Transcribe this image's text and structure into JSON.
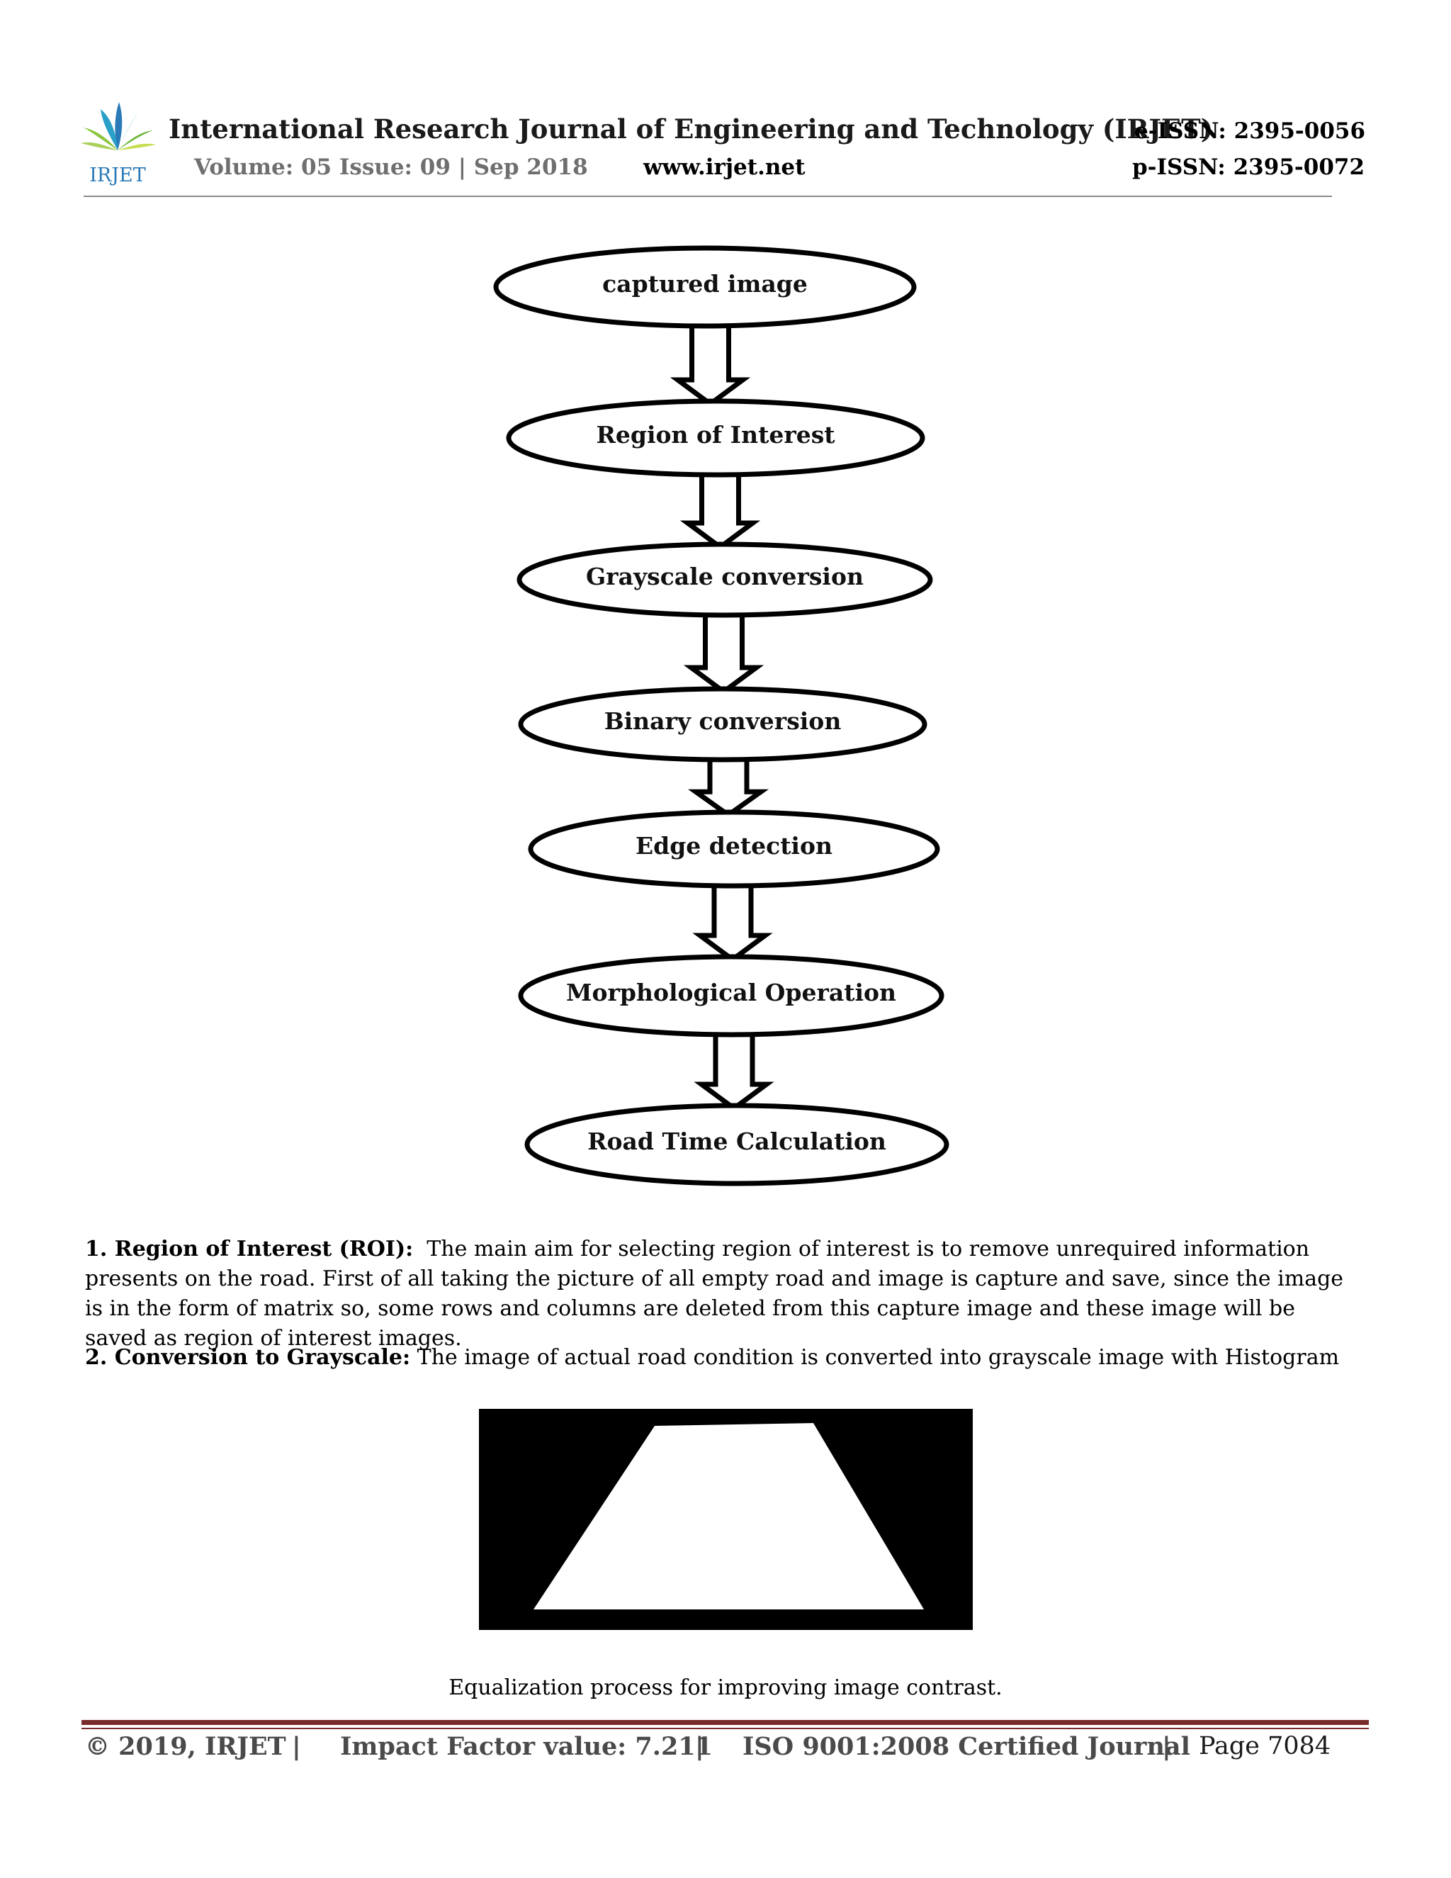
{
  "header": {
    "logo_text": "IRJET",
    "journal_title": "International Research Journal of Engineering and Technology (IRJET)",
    "eissn": "e-ISSN: 2395-0056",
    "volume": "Volume: 05 Issue: 09 | Sep 2018",
    "website": "www.irjet.net",
    "pissn": "p-ISSN: 2395-0072"
  },
  "flowchart": {
    "steps": [
      "captured image",
      "Region of Interest",
      "Grayscale conversion",
      "Binary conversion",
      "Edge detection",
      "Morphological Operation",
      "Road Time Calculation"
    ]
  },
  "body": {
    "roi_heading": "1. Region of Interest (ROI):",
    "roi_text": "The main aim for selecting region of interest is to remove unrequired information presents on the road. First of all taking the picture of all empty road and image is capture and save, since the image is in the form of matrix so, some rows and columns are deleted from this capture image and these image will be saved as region of interest images.",
    "gray_heading": "2. Conversion to Grayscale:",
    "gray_text": "The image of actual road condition is converted into grayscale image with Histogram",
    "caption": "Equalization process for improving image contrast."
  },
  "footer": {
    "copyright": "© 2019, IRJET",
    "separator": "|",
    "impact": "Impact Factor value: 7.211",
    "iso": "ISO 9001:2008 Certified Journal",
    "page": "Page 7084"
  },
  "colors": {
    "footer_rule": "#7a2a2a",
    "volume_text": "#6f6f6f"
  }
}
